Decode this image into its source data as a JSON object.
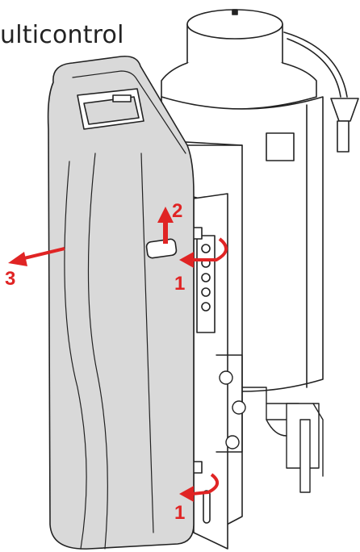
{
  "caption": "ulticontrol",
  "colors": {
    "arrow": "#e02424",
    "panel": "#d9d9d9",
    "outline": "#222222",
    "body": "#ffffff"
  },
  "steps": [
    {
      "id": "step-1-top",
      "label": "1"
    },
    {
      "id": "step-2",
      "label": "2"
    },
    {
      "id": "step-3",
      "label": "3"
    },
    {
      "id": "step-1-bottom",
      "label": "1"
    }
  ]
}
